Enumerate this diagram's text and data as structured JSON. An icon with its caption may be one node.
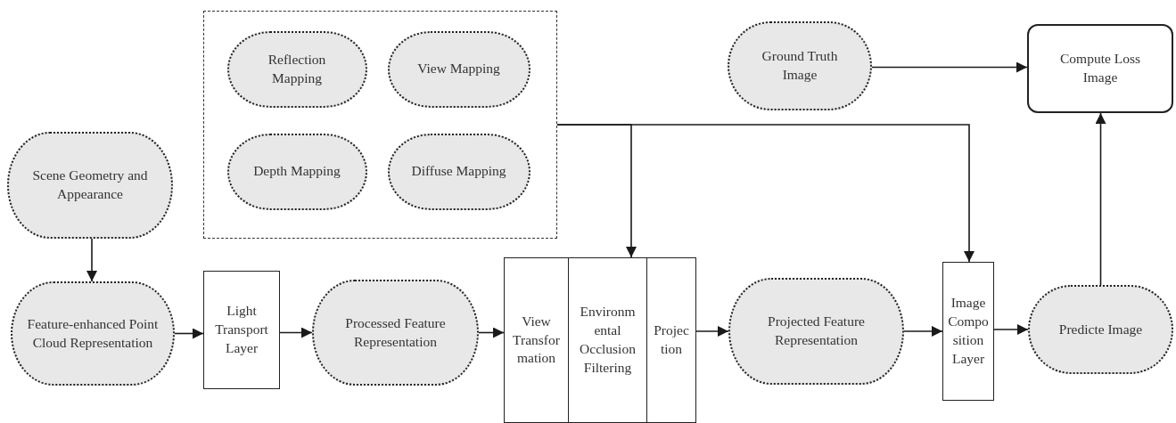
{
  "diagram": {
    "nodes": [
      {
        "text": [
          "Scene Geometry and Appearance"
        ]
      },
      {
        "text": [],
        "shape": "box"
      },
      {
        "text": [
          "Reflection Mapping"
        ],
        "in": 1
      },
      {
        "text": [
          "View Mapping"
        ],
        "in": 1
      },
      {
        "text": [
          "Depth Mapping"
        ],
        "in": 1
      },
      {
        "text": [
          "Diffuse Mapping"
        ],
        "in": 1
      },
      {
        "text": [
          "Ground Truth Image"
        ]
      },
      {
        "text": [
          "Compute Loss Image"
        ]
      },
      {
        "text": [
          "Feature-enhanced Point Cloud Representation"
        ]
      },
      {
        "text": [
          "Light Transport Layer"
        ]
      },
      {
        "text": [
          "Processed Feature Representation"
        ]
      },
      {
        "text": [
          "View Transfor mation"
        ]
      },
      {
        "text": [
          "Environm ental Occlusion Filtering"
        ]
      },
      {
        "text": [
          "Projec tion"
        ]
      },
      {
        "text": [
          "Projected Feature Representation"
        ]
      },
      {
        "text": [
          "Image Compo sition Layer"
        ]
      },
      {
        "text": [
          "Predicte Image"
        ]
      }
    ],
    "edges": [
      {
        "from": 0,
        "to": 8,
        "arrow": "to"
      },
      {
        "from": 8,
        "to": 9,
        "arrow": "to"
      },
      {
        "from": 9,
        "to": 10,
        "arrow": "to"
      },
      {
        "from": 10,
        "to": 11,
        "arrow": "to"
      },
      {
        "from": 13,
        "to": 14,
        "arrow": "to"
      },
      {
        "from": 14,
        "to": 15,
        "arrow": "to"
      },
      {
        "from": 15,
        "to": 16,
        "arrow": "to"
      },
      {
        "from": 16,
        "to": 7,
        "arrow": "to"
      },
      {
        "from": 6,
        "to": 7,
        "arrow": "to"
      },
      {
        "from": 1,
        "to": 12,
        "arrow": "to"
      },
      {
        "from": 1,
        "to": 15,
        "arrow": "to"
      }
    ]
  }
}
